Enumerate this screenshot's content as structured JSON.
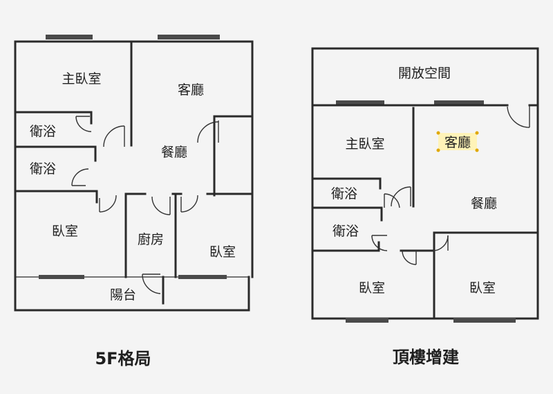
{
  "floor5": {
    "caption": "5F格局",
    "rooms": {
      "master": "主臥室",
      "living": "客廳",
      "dining": "餐廳",
      "bath1": "衛浴",
      "bath2": "衛浴",
      "bed1": "臥室",
      "kitchen": "廚房",
      "bed2": "臥室",
      "balcony": "陽台"
    }
  },
  "rooftop": {
    "caption": "頂樓增建",
    "rooms": {
      "open": "開放空間",
      "master": "主臥室",
      "living": "客廳",
      "dining": "餐廳",
      "bath1": "衛浴",
      "bath2": "衛浴",
      "bed1": "臥室",
      "bed2": "臥室"
    }
  },
  "colors": {
    "wall": "#2a2a2a",
    "background": "#f4f4f4",
    "highlight": "#fff3b8",
    "highlight_dot": "#e0a800"
  }
}
